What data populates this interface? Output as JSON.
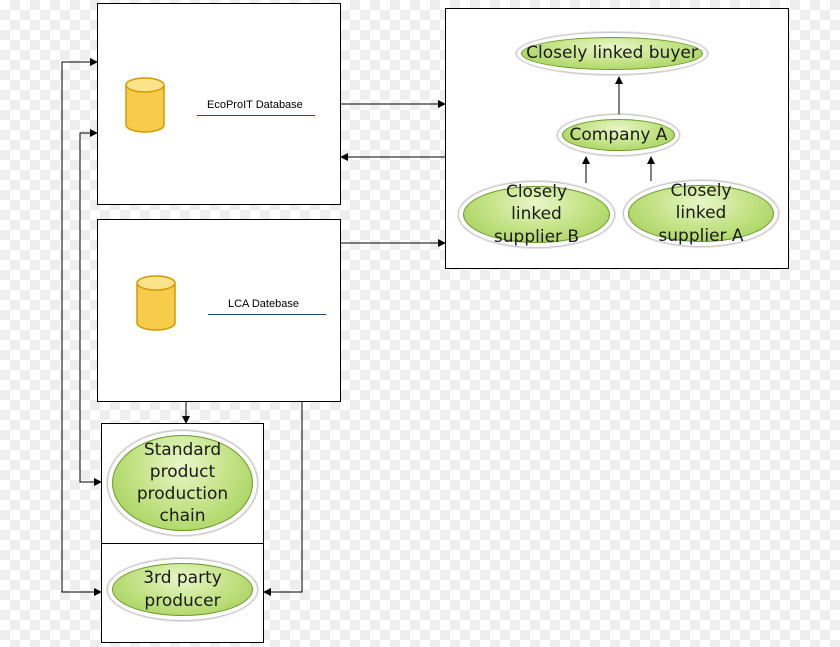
{
  "databases": {
    "ecoproit": {
      "label": "EcoProIT Database"
    },
    "lca": {
      "label": "LCA Datebase"
    }
  },
  "network": {
    "buyer": "Closely linked buyer",
    "company": "Company A",
    "supplier_b": "Closely linked supplier B",
    "supplier_a": "Closely linked supplier A"
  },
  "chains": {
    "standard": "Standard product production chain",
    "third_party": "3rd party producer"
  },
  "colors": {
    "node_fill": "#c6e48a",
    "node_border": "#6a9a24",
    "cylinder": "#f5c842",
    "cylinder_border": "#d39a00"
  }
}
